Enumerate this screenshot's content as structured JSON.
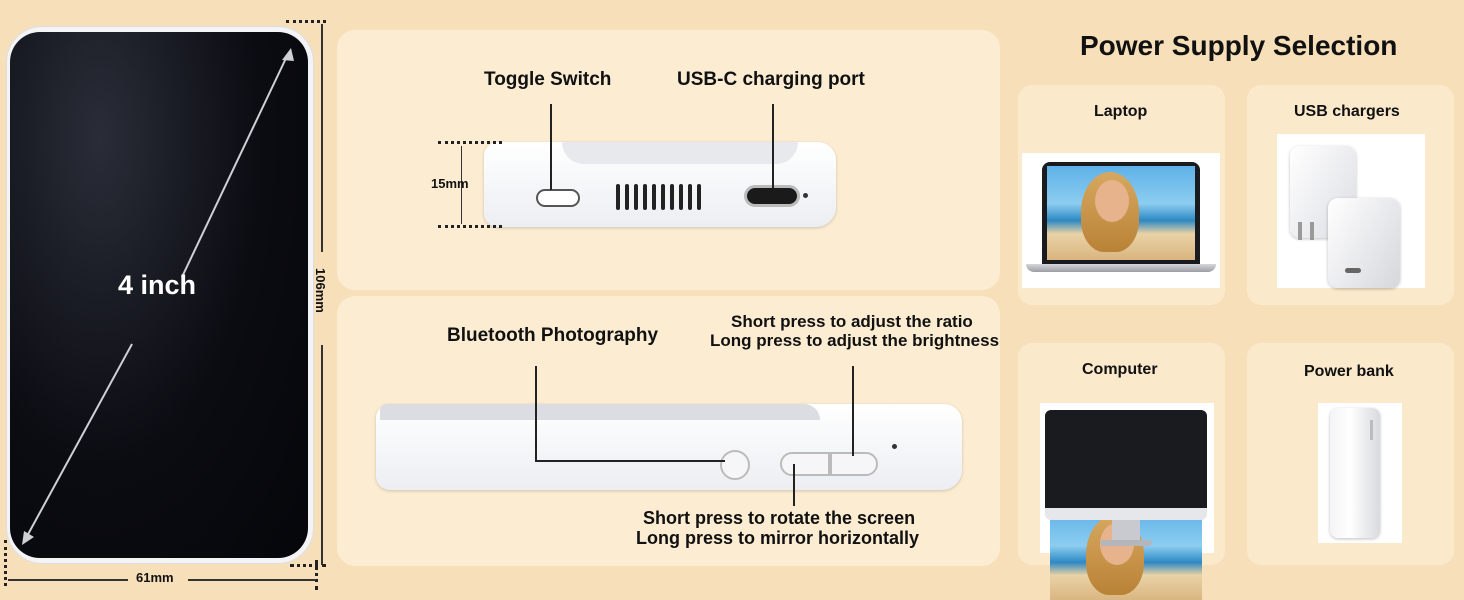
{
  "device": {
    "screen_label": "4 inch",
    "height_label": "106mm",
    "width_label": "61mm"
  },
  "top_panel": {
    "toggle_label": "Toggle Switch",
    "usb_label": "USB-C charging port",
    "thickness_label": "15mm"
  },
  "bottom_panel": {
    "bluetooth_label": "Bluetooth Photography",
    "ratio_line1": "Short press to adjust the ratio",
    "ratio_line2": "Long press to adjust the brightness",
    "rotate_line1": "Short press to rotate the screen",
    "rotate_line2": "Long press to mirror horizontally"
  },
  "power": {
    "title": "Power Supply Selection",
    "cards": [
      {
        "label": "Laptop"
      },
      {
        "label": "USB chargers"
      },
      {
        "label": "Computer"
      },
      {
        "label": "Power bank"
      }
    ]
  }
}
